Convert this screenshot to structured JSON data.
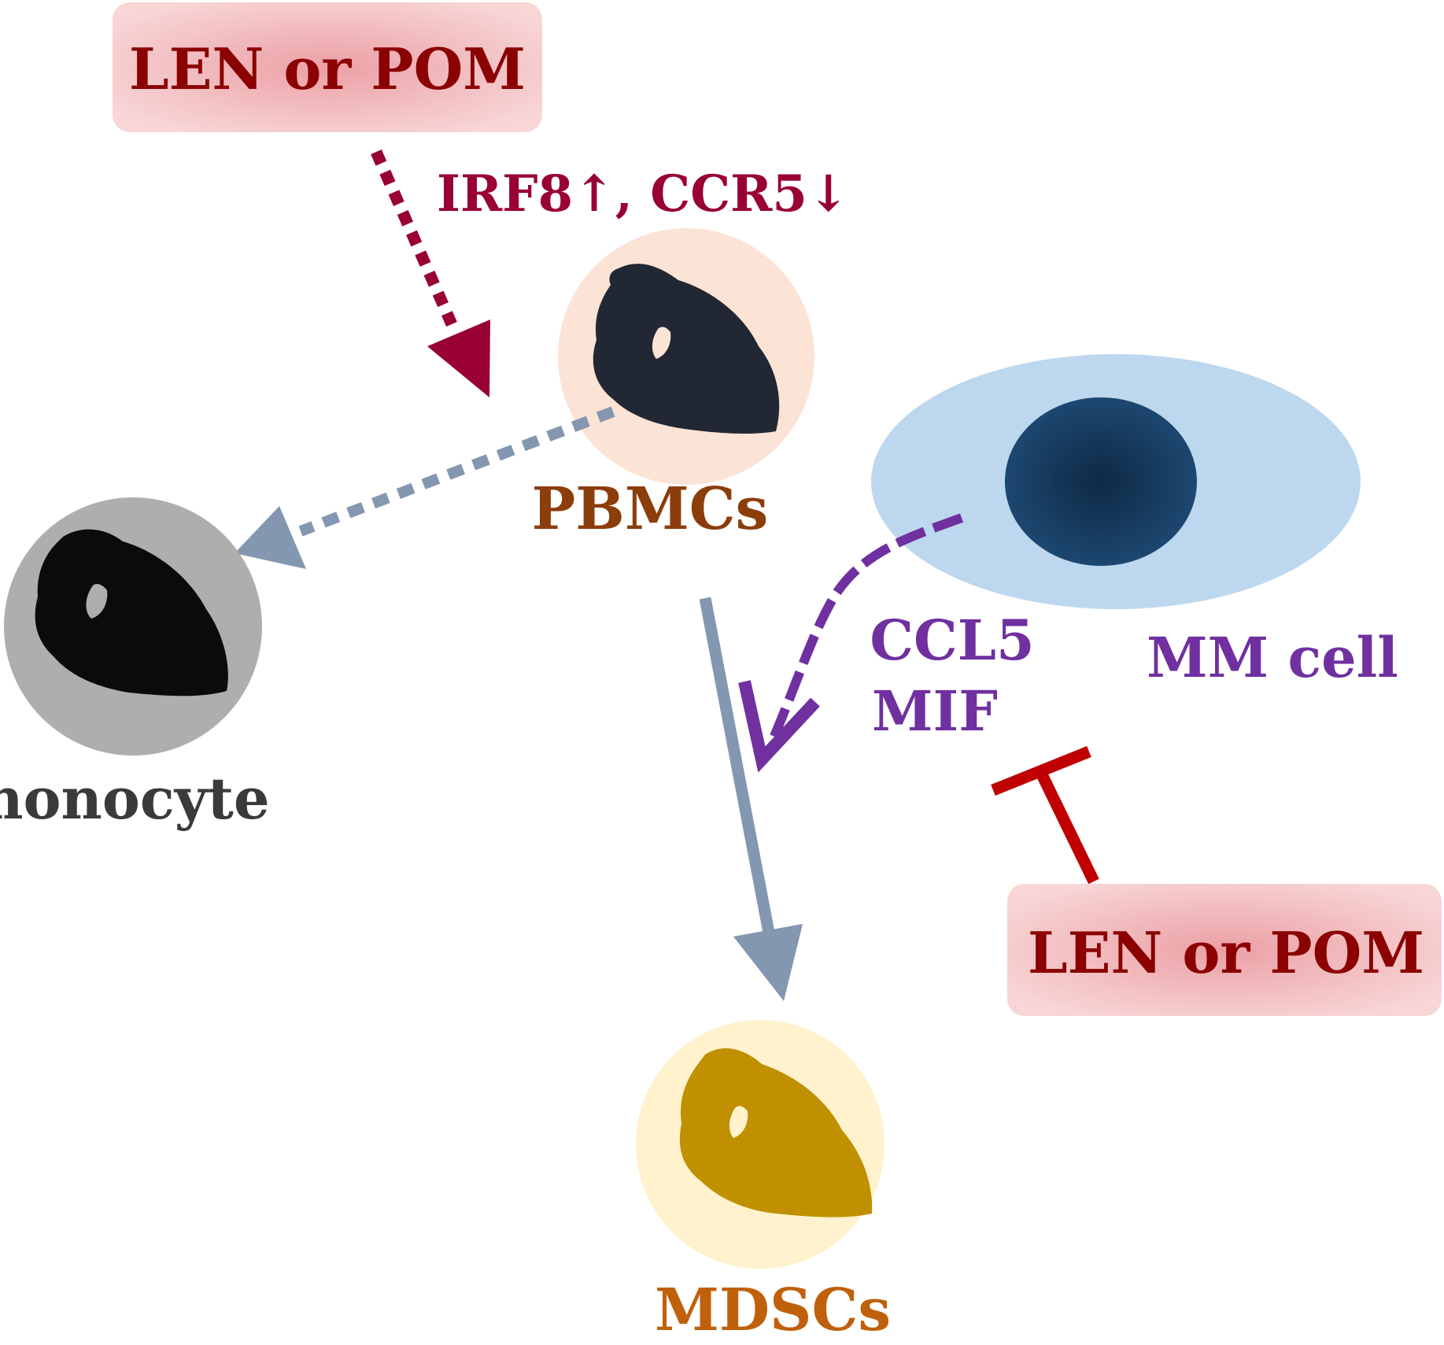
{
  "drug_box_top": {
    "label": "LEN or POM"
  },
  "drug_box_bottom": {
    "label": "LEN or POM"
  },
  "pbmc_effect": {
    "label": "IRF8↑, CCR5↓"
  },
  "cells": {
    "pbmc": {
      "label": "PBMCs"
    },
    "monocyte": {
      "label": "monocyte"
    },
    "mdsc": {
      "label": "MDSCs"
    },
    "mm_cell": {
      "label": "MM cell"
    }
  },
  "factors": {
    "line1": "CCL5",
    "line2": "MIF"
  },
  "colors": {
    "drug_text": "#8b0000",
    "drug_box": "#f4c6c6",
    "drug_arrow": "#990033",
    "pbmc_fill": "#fbe3d6",
    "pbmc_label": "#8b3d0a",
    "monocyte_fill": "#b0aeac",
    "mdsc_fill": "#fff2cc",
    "mdsc_nucleus": "#c09000",
    "mdsc_label": "#c0600a",
    "mm_cytoplasm": "#bdd7ee",
    "mm_nucleus": "#1f4e79",
    "gray_arrow": "#8497b0",
    "factor_purple": "#7030a0",
    "inhibit_red": "#c00000"
  }
}
